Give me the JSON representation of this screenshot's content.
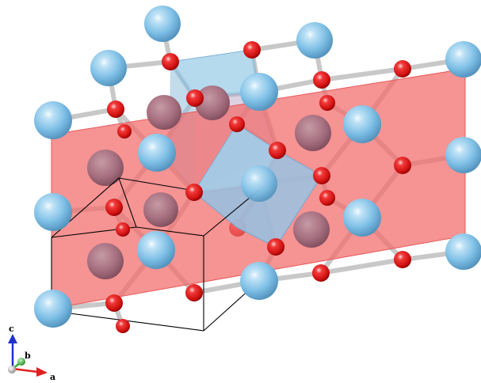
{
  "colors": {
    "background": "#ffffff",
    "metal_atom": "#7fc0e6",
    "metal_atom_highlight": "#e8f6ff",
    "oxygen_atom": "#e21818",
    "bond": "#c8c8c8",
    "lattice_plane": "#f26a6a",
    "polyhedron": "#9ccde8",
    "unit_cell_edge": "#000000",
    "axis_a": "#e02020",
    "axis_b": "#2fae2f",
    "axis_c": "#2030d0"
  },
  "axes": {
    "a": "a",
    "b": "b",
    "c": "c"
  }
}
